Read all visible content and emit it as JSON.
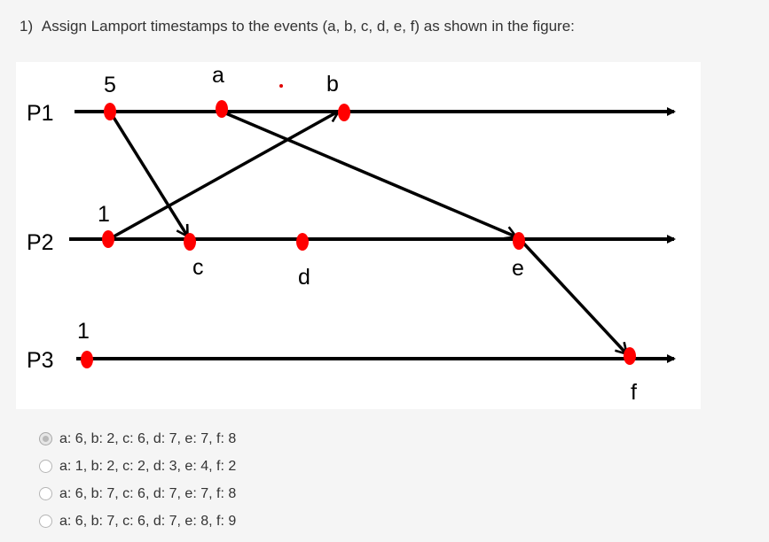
{
  "question": {
    "number": "1)",
    "text": "Assign Lamport timestamps to the events (a, b, c, d, e, f) as shown in the figure:"
  },
  "diagram": {
    "processes": [
      "P1",
      "P2",
      "P3"
    ],
    "events": [
      {
        "id": "p1-start",
        "label": "5",
        "process": "P1"
      },
      {
        "id": "a",
        "label": "a",
        "process": "P1"
      },
      {
        "id": "b",
        "label": "b",
        "process": "P1"
      },
      {
        "id": "p2-start",
        "label": "1",
        "process": "P2"
      },
      {
        "id": "c",
        "label": "c",
        "process": "P2"
      },
      {
        "id": "d",
        "label": "d",
        "process": "P2"
      },
      {
        "id": "e",
        "label": "e",
        "process": "P2"
      },
      {
        "id": "p3-start",
        "label": "1",
        "process": "P3"
      },
      {
        "id": "f",
        "label": "f",
        "process": "P3"
      }
    ],
    "messages": [
      {
        "from": "p1-start",
        "to": "c"
      },
      {
        "from": "p2-start",
        "to": "b"
      },
      {
        "from": "a",
        "to": "e"
      },
      {
        "from": "e",
        "to": "f"
      }
    ],
    "colors": {
      "event": "#ff0000",
      "line": "#000000",
      "annotation_dot": "#e00000"
    }
  },
  "options": [
    {
      "label": "a: 6, b: 2, c: 6, d: 7, e: 7, f: 8",
      "selected": true
    },
    {
      "label": "a: 1, b: 2, c: 2, d: 3, e: 4, f: 2",
      "selected": false
    },
    {
      "label": "a: 6, b: 7, c: 6, d: 7, e: 7, f: 8",
      "selected": false
    },
    {
      "label": "a: 6, b: 7, c: 6, d: 7, e: 8, f: 9",
      "selected": false
    }
  ]
}
